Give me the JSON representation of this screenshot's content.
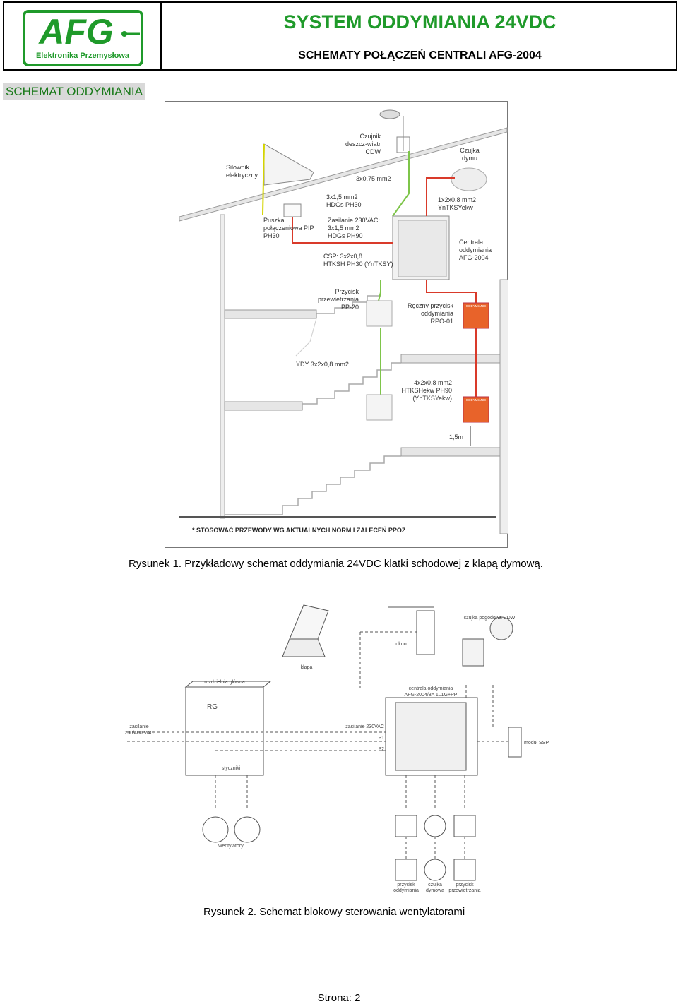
{
  "header": {
    "logo_text": "AFG",
    "logo_subtext": "Elektronika Przemysłowa",
    "title": "SYSTEM ODDYMIANIA 24VDC",
    "subtitle": "SCHEMATY POŁĄCZEŃ CENTRALI AFG-2004"
  },
  "section_title": "SCHEMAT ODDYMIANIA",
  "figure1": {
    "labels": {
      "czujnik": [
        "Czujnik",
        "deszcz-wiatr",
        "CDW"
      ],
      "silownik": [
        "Siłownik",
        "elektryczny"
      ],
      "czujka": [
        "Czujka",
        "dymu"
      ],
      "cable_075": "3x0,75 mm2",
      "cable_15": [
        "3x1,5 mm2",
        "HDGs PH30"
      ],
      "cable_08": [
        "1x2x0,8 mm2",
        "YnTKSYekw"
      ],
      "puszka": [
        "Puszka",
        "połączeniowa PIP",
        "PH30"
      ],
      "zasilanie": [
        "Zasilanie 230VAC:",
        "3x1,5 mm2",
        "HDGs PH90"
      ],
      "csp": [
        "CSP: 3x2x0,8",
        "HTKSH PH30 (YnTKSY)"
      ],
      "centrala": [
        "Centrala",
        "oddymiania",
        "AFG-2004"
      ],
      "przycisk": [
        "Przycisk",
        "przewietrzania",
        "PP-20"
      ],
      "reczny": [
        "Ręczny przycisk",
        "oddymiania",
        "RPO-01"
      ],
      "ydy": "YDY 3x2x0,8 mm2",
      "cable_4x2": [
        "4x2x0,8 mm2",
        "HTKSHekw PH90",
        "(YnTKSYekw)"
      ],
      "height": "1,5m",
      "rpo_badge": "ODDYMIANIE",
      "note": "* STOSOWAĆ PRZEWODY WG AKTUALNYCH  NORM I ZALECEŃ PPOŻ"
    },
    "caption": "Rysunek 1. Przykładowy schemat oddymiania 24VDC klatki schodowej z klapą dymową."
  },
  "figure2": {
    "labels": {
      "klapa": "klapa",
      "okno": "okno",
      "cdw": "czujka pogodowa CDW",
      "rozdzielnia": "rozdzielnia główna",
      "rg": "RG",
      "centrala": [
        "centrala oddymiania",
        "AFG-2004/8A 1L1G+PP"
      ],
      "zasilanie_left": [
        "zasilanie",
        "230/400 VAC"
      ],
      "zasilanie_230": "zasilanie 230VAC",
      "p1": "P1",
      "p2": "P2",
      "modul": "moduł SSP",
      "styczniki": "styczniki",
      "wentylatory": "wentylatory",
      "przycisk_odd": [
        "przycisk",
        "oddymiania"
      ],
      "czujka_dym": [
        "czujka",
        "dymowa"
      ],
      "przycisk_prz": [
        "przycisk",
        "przewietrzania"
      ]
    },
    "caption": "Rysunek 2. Schemat blokowy sterowania wentylatorami"
  },
  "footer": "Strona: 2",
  "colors": {
    "green": "#1f9a2a",
    "red": "#d93a2a",
    "cable_green": "#7ec54a",
    "rpo_orange": "#e8632a"
  }
}
